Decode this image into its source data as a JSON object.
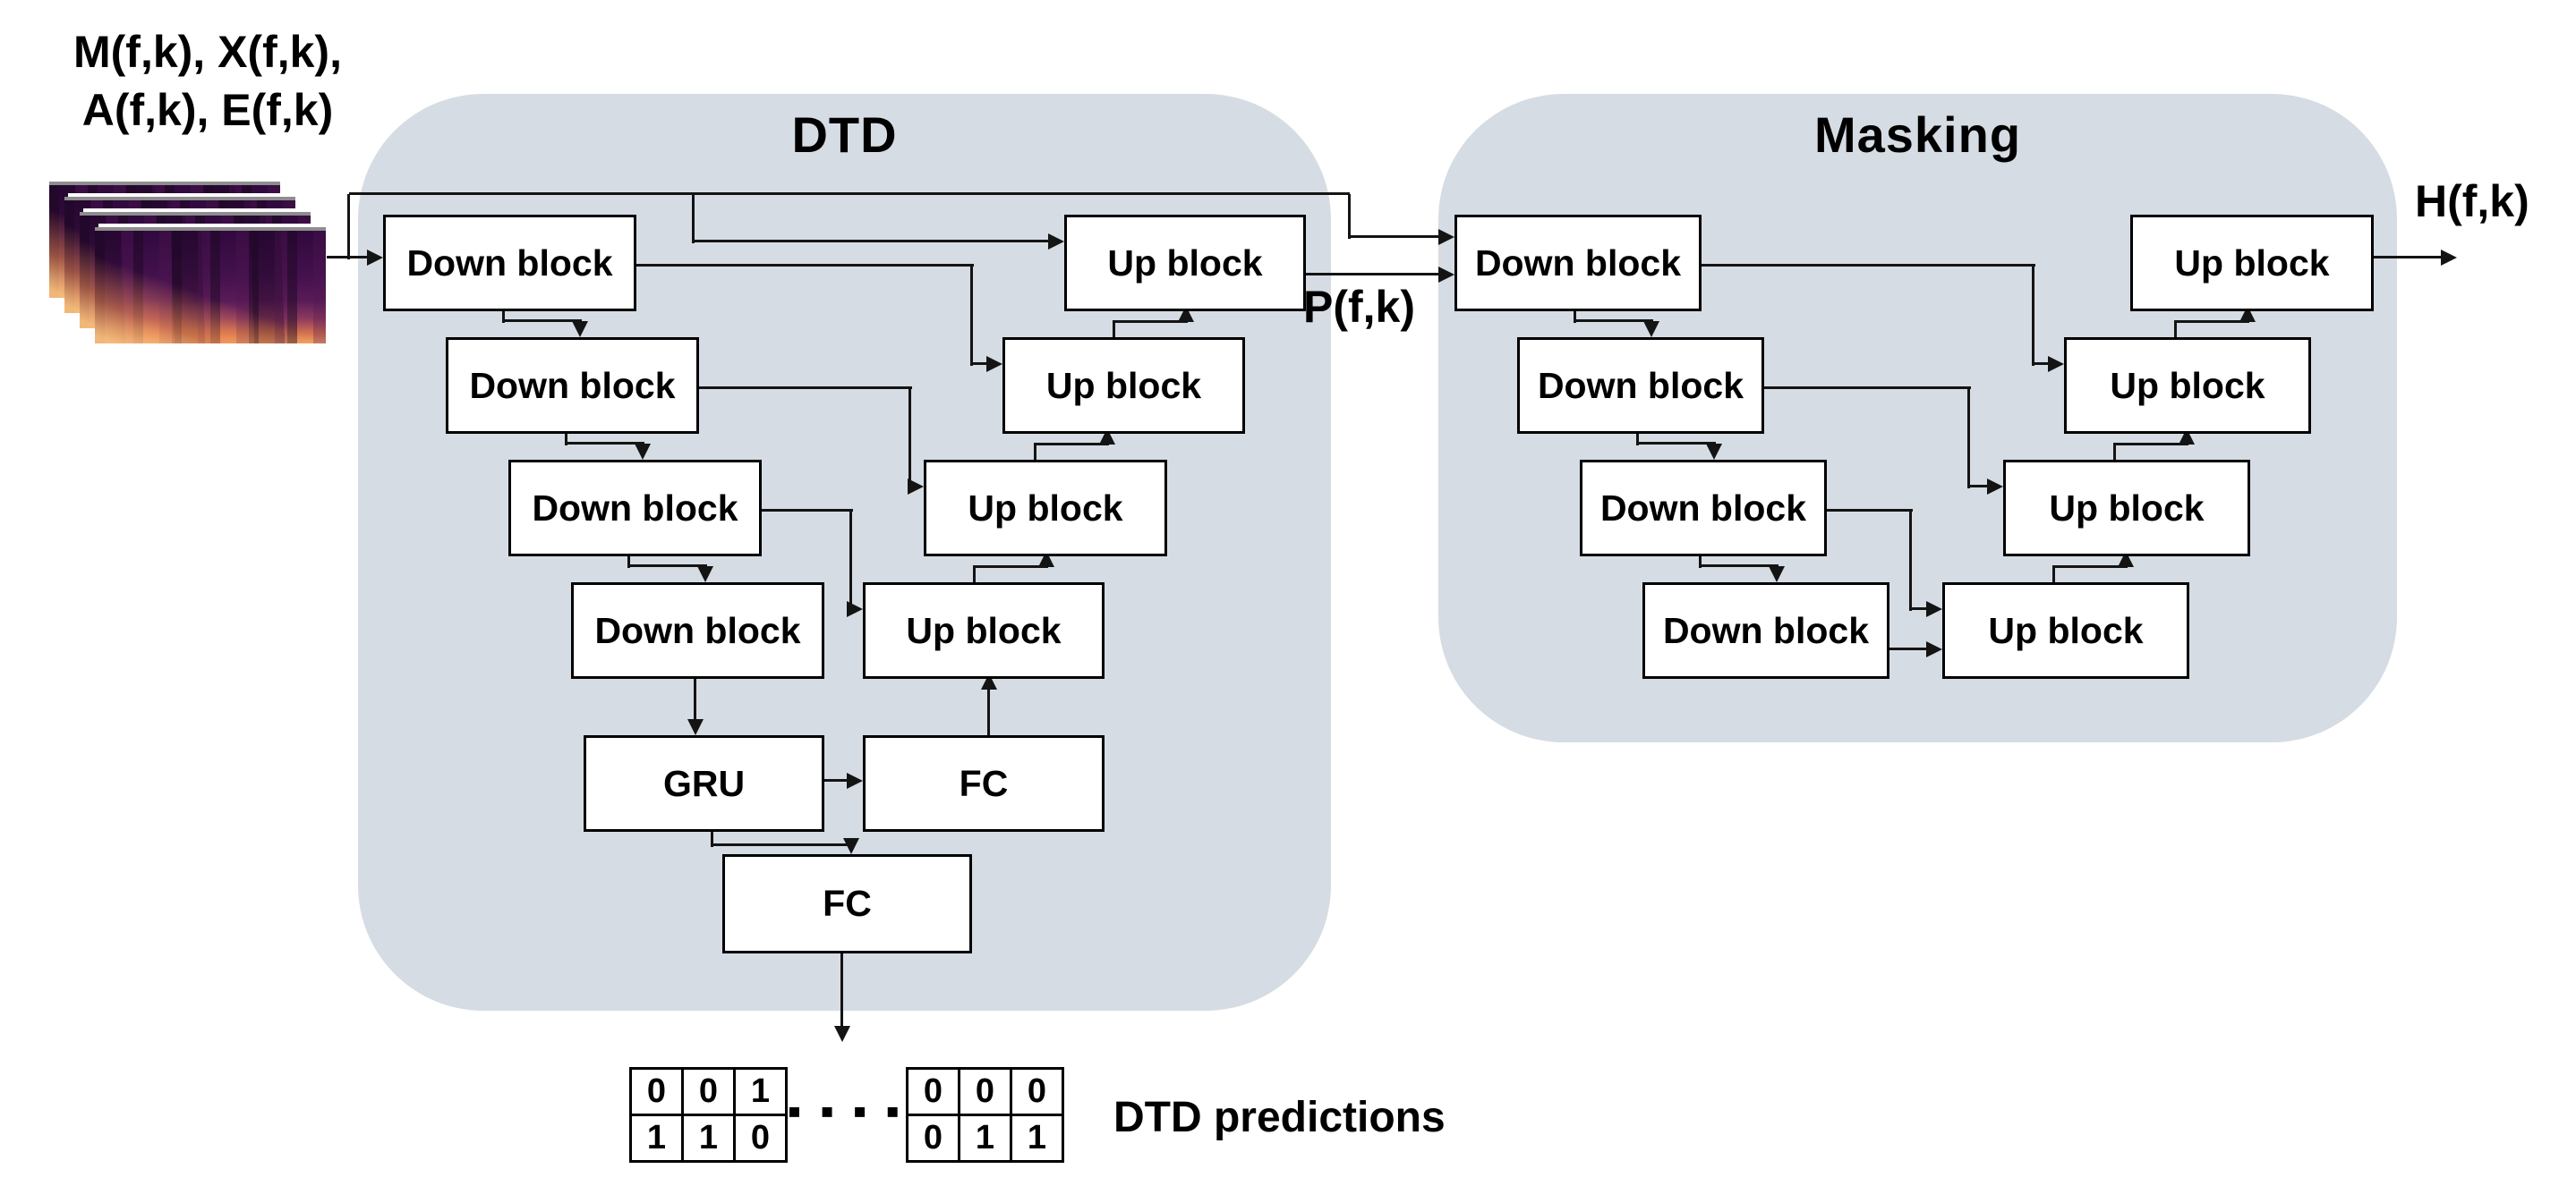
{
  "input": {
    "line1": "M(f,k), X(f,k),",
    "line2": "A(f,k), E(f,k)",
    "spectrogram_layers": 4
  },
  "dtd": {
    "title": "DTD",
    "down_blocks": [
      "Down block",
      "Down block",
      "Down block",
      "Down block"
    ],
    "up_blocks": [
      "Up block",
      "Up block",
      "Up block",
      "Up block"
    ],
    "gru_label": "GRU",
    "fc_label": "FC",
    "fc_out_label": "FC"
  },
  "masking": {
    "title": "Masking",
    "down_blocks": [
      "Down block",
      "Down block",
      "Down block",
      "Down block"
    ],
    "up_blocks": [
      "Up block",
      "Up block",
      "Up block",
      "Up block"
    ]
  },
  "signals": {
    "p": "P(f,k)",
    "h": "H(f,k)"
  },
  "predictions": {
    "caption": "DTD predictions",
    "ellipsis": "▪ ▪ ▪ ▪ ▪",
    "left": [
      [
        "0",
        "0",
        "1"
      ],
      [
        "1",
        "1",
        "0"
      ]
    ],
    "right": [
      [
        "0",
        "0",
        "0"
      ],
      [
        "0",
        "1",
        "1"
      ]
    ]
  },
  "colors": {
    "container_fill": "#d6dce3",
    "box_fill": "#ffffff",
    "line": "#141414",
    "spectrogram_dark": "#30093e",
    "spectrogram_warm": "#f2a468"
  }
}
